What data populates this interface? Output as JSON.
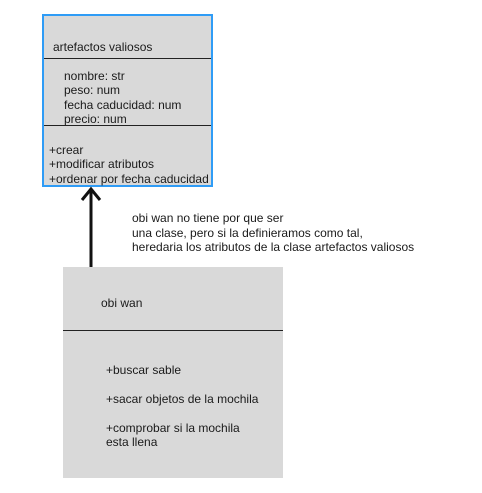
{
  "diagram": {
    "parent_class": {
      "name": "artefactos valiosos",
      "attributes": [
        "nombre: str",
        "peso: num",
        "fecha caducidad: num",
        "precio: num"
      ],
      "methods": [
        "+crear",
        "+modificar atributos",
        "+ordenar por fecha caducidad"
      ]
    },
    "child_class": {
      "name": "obi wan",
      "methods": [
        "+buscar sable",
        "+sacar objetos de la mochila",
        "+comprobar si la mochila",
        "esta llena"
      ]
    },
    "note": {
      "lines": [
        "obi wan no tiene por que ser",
        "una clase, pero si la definieramos  como tal,",
        "heredaria los atributos de la clase artefactos valiosos"
      ]
    },
    "colors": {
      "box_fill": "#d9d9d9",
      "selection_border": "#2f9cf6",
      "line": "#111111"
    }
  }
}
